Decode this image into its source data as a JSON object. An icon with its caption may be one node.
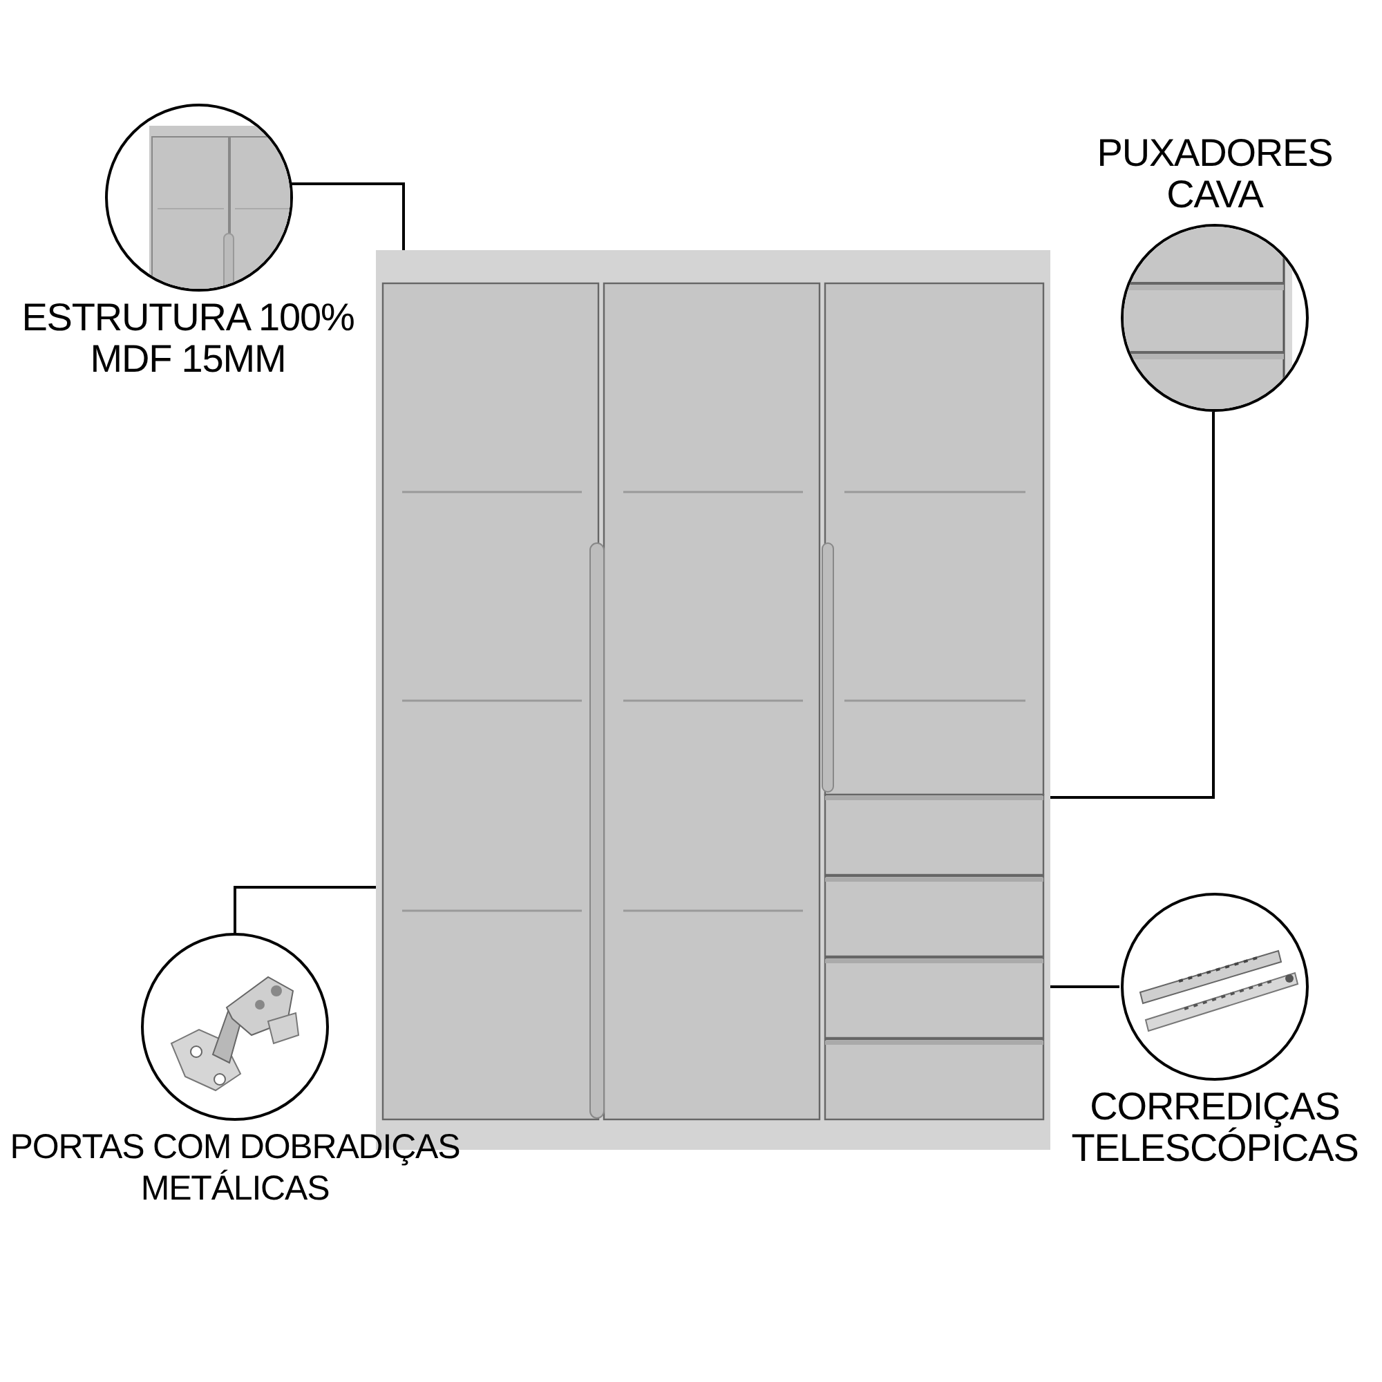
{
  "diagram": {
    "nodes": [
      {
        "text": [],
        "shape": "picture"
      },
      {
        "text": [
          "ESTRUTURA 100% MDF 15MM"
        ]
      },
      {
        "text": [
          "PUXADORES CAVA"
        ]
      },
      {
        "text": [
          "PORTAS COM DOBRADIÇAS METÁLICAS"
        ]
      },
      {
        "text": [
          "CORREDIÇAS TELESCÓPICAS"
        ]
      }
    ],
    "edges": [
      {
        "from": 1,
        "to": 0,
        "arrow": "none"
      },
      {
        "from": 2,
        "to": 0,
        "arrow": "none"
      },
      {
        "from": 3,
        "to": 0,
        "arrow": "none"
      },
      {
        "from": 4,
        "to": 0,
        "arrow": "none"
      }
    ]
  }
}
